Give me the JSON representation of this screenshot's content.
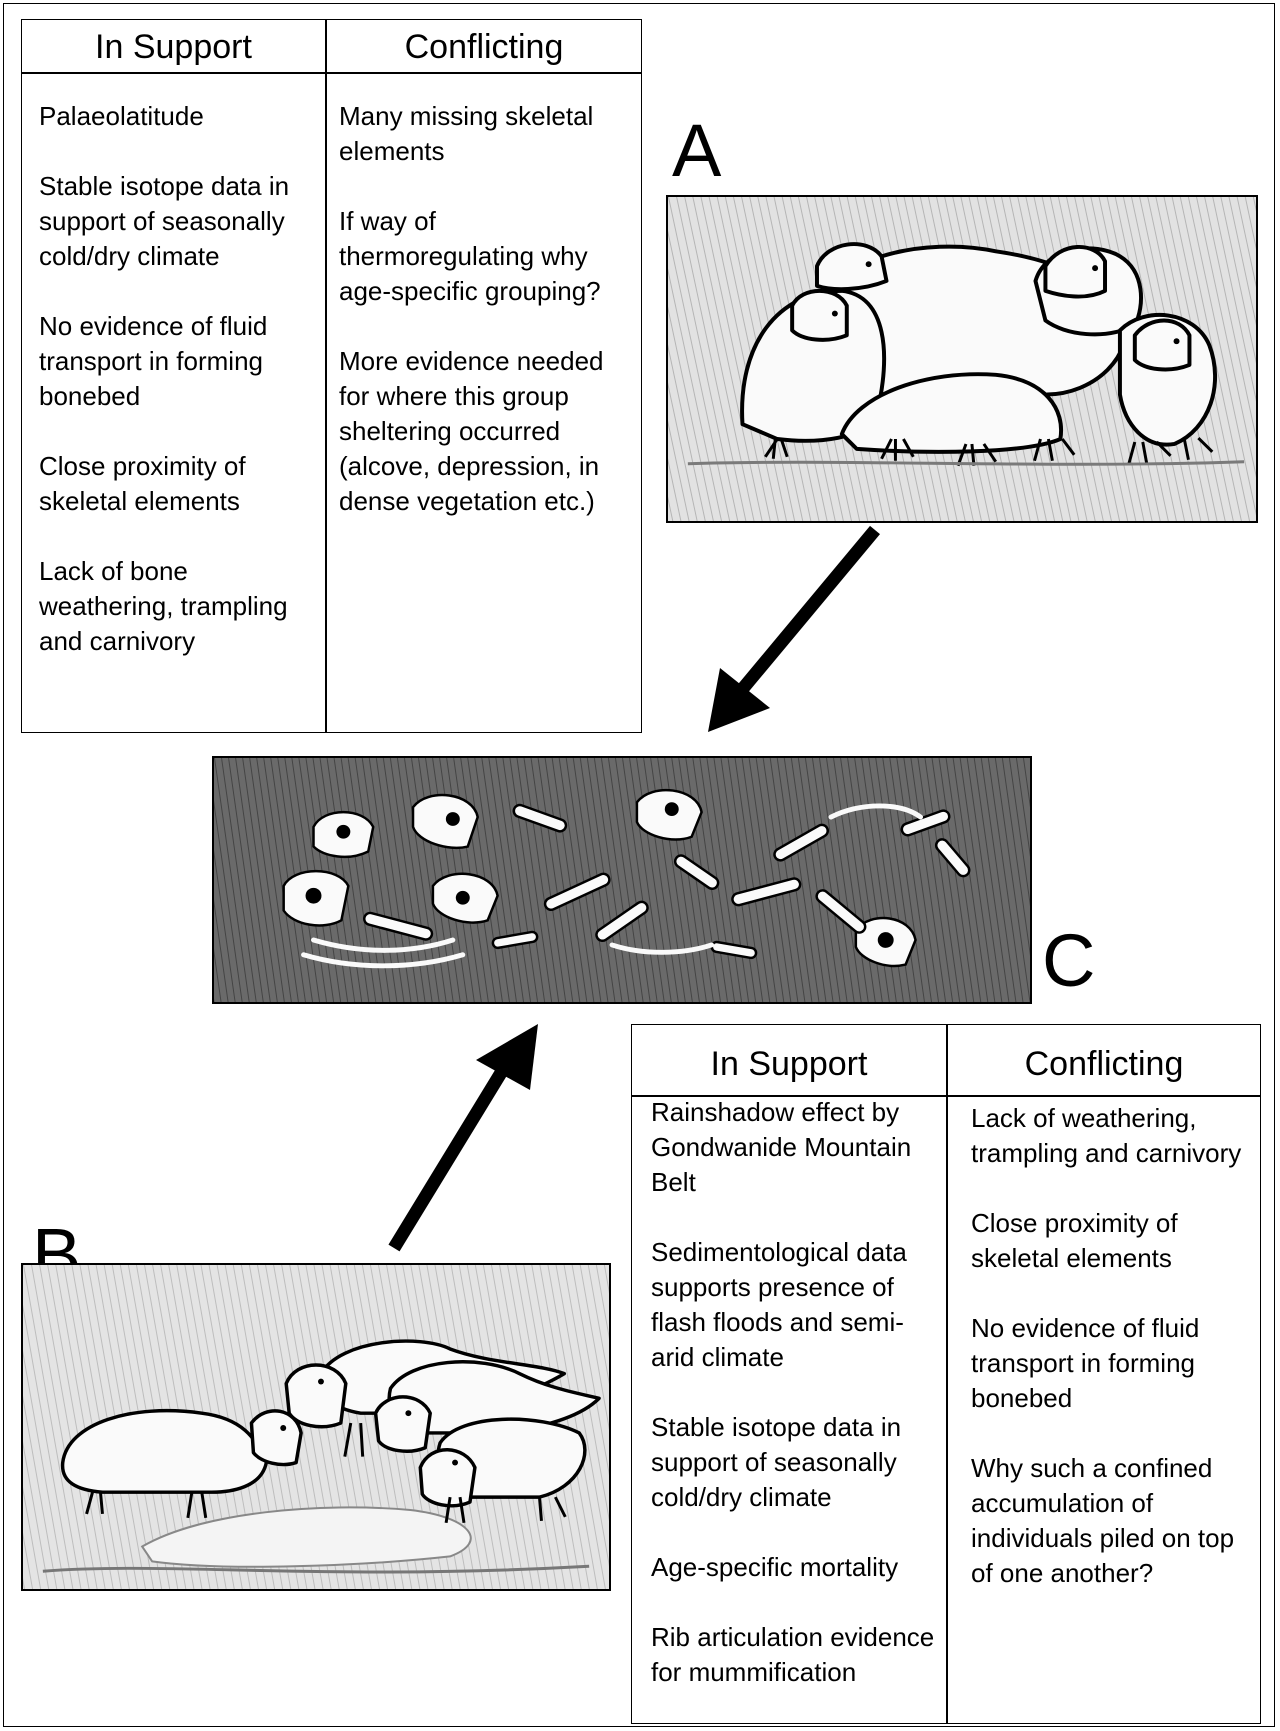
{
  "top_table": {
    "header_support": "In Support",
    "header_conflicting": "Conflicting",
    "support": [
      "Palaeolatitude",
      "Stable isotope data in support of seasonally cold/dry climate",
      "No evidence of fluid transport in forming bonebed",
      "Close proximity of skeletal elements",
      "Lack of bone weathering, trampling and carnivory"
    ],
    "conflicting": [
      "Many missing skeletal elements",
      "If way of thermoregulating why age-specific grouping?",
      "More evidence needed for where this group sheltering occurred (alcove, depression, in dense vegetation etc.)"
    ]
  },
  "bottom_table": {
    "header_support": "In Support",
    "header_conflicting": "Conflicting",
    "support": [
      "Rainshadow effect by Gondwanide Mountain Belt",
      "Sedimentological data supports presence of flash floods and semi-arid climate",
      "Stable isotope data in support of seasonally cold/dry climate",
      "Age-specific mortality",
      "Rib articulation evidence for mummification"
    ],
    "conflicting": [
      "Lack of weathering, trampling and carnivory",
      "Close proximity of skeletal elements",
      "No evidence of fluid transport in forming bonebed",
      "Why such a confined accumulation of individuals piled on top of one another?"
    ]
  },
  "labels": {
    "a": "A",
    "b": "B",
    "c": "C"
  },
  "colors": {
    "ink": "#000000",
    "sketch_bg": "#d9d9d9",
    "bonebed_bg": "#5a5a5a"
  }
}
